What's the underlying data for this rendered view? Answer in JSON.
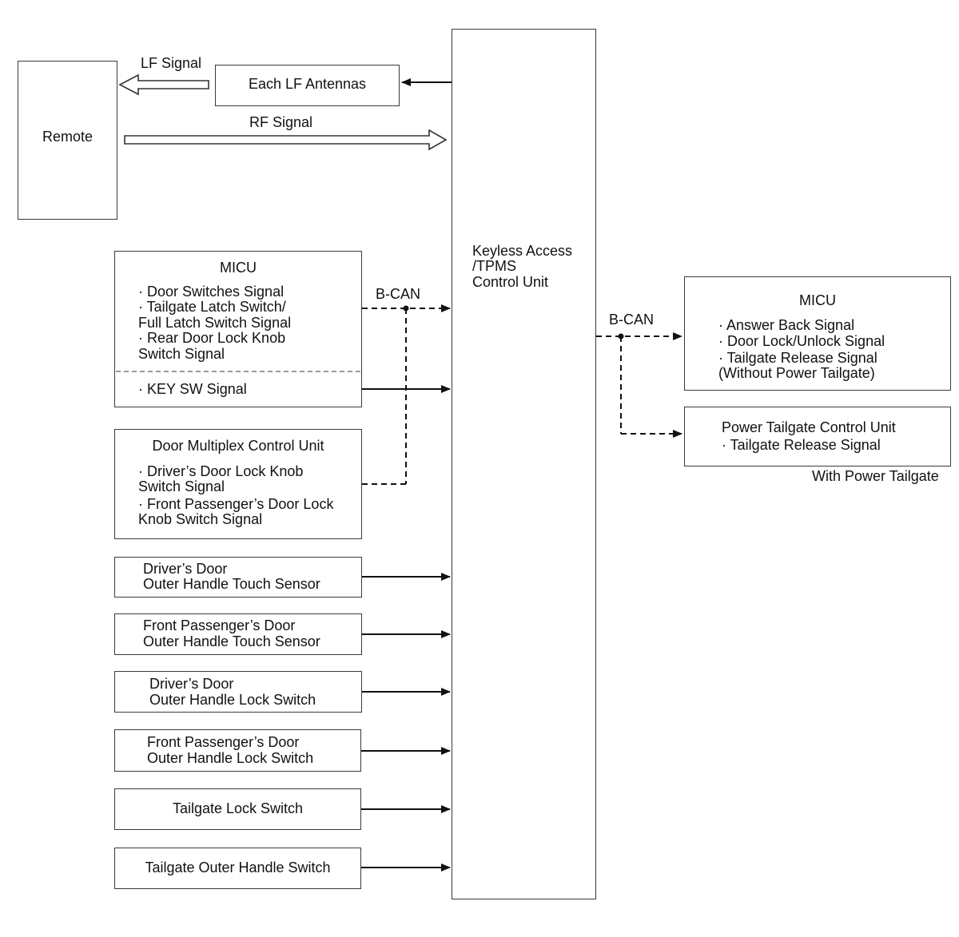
{
  "remote": {
    "label": "Remote"
  },
  "lf_antennas": {
    "label": "Each LF Antennas"
  },
  "signals": {
    "lf_signal": "LF Signal",
    "rf_signal": "RF Signal",
    "bcan_left": "B-CAN",
    "bcan_right": "B-CAN"
  },
  "control_unit": {
    "lines": [
      "Keyless Access",
      "/TPMS",
      "Control Unit"
    ]
  },
  "micu_input": {
    "title": "MICU",
    "lines": [
      "· Door Switches Signal",
      "· Tailgate Latch Switch/",
      "Full Latch Switch Signal",
      "· Rear Door Lock Knob",
      "Switch Signal"
    ],
    "key_sw": "· KEY SW Signal"
  },
  "door_multiplex": {
    "title": "Door Multiplex Control Unit",
    "lines": [
      "· Driver’s Door Lock Knob",
      "Switch Signal",
      "· Front Passenger’s Door Lock",
      "Knob Switch Signal"
    ]
  },
  "inputs": [
    {
      "lines": [
        "Driver’s Door",
        "Outer Handle Touch Sensor"
      ]
    },
    {
      "lines": [
        "Front Passenger’s Door",
        "Outer Handle Touch Sensor"
      ]
    },
    {
      "lines": [
        "Driver’s Door",
        "Outer Handle Lock Switch"
      ]
    },
    {
      "lines": [
        "Front Passenger’s Door",
        "Outer Handle Lock Switch"
      ]
    },
    {
      "lines": [
        "Tailgate Lock Switch"
      ]
    },
    {
      "lines": [
        "Tailgate Outer Handle Switch"
      ]
    }
  ],
  "micu_output": {
    "title": "MICU",
    "lines": [
      "· Answer Back Signal",
      "· Door Lock/Unlock Signal",
      "· Tailgate Release Signal",
      "(Without Power Tailgate)"
    ]
  },
  "power_tailgate": {
    "title": "Power Tailgate Control Unit",
    "lines": [
      "· Tailgate Release Signal"
    ],
    "note": "With Power Tailgate"
  }
}
